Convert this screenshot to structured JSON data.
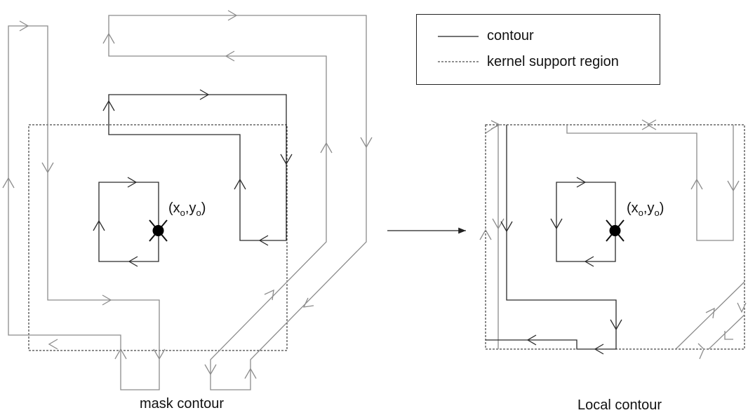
{
  "legend": {
    "contour_label": "contour",
    "kernel_label": "kernel support region"
  },
  "left_panel": {
    "caption": "mask contour",
    "point_x": "x",
    "point_y": "y",
    "subscript": "o"
  },
  "right_panel": {
    "caption": "Local contour",
    "point_x": "x",
    "point_y": "y",
    "subscript": "o"
  },
  "colors": {
    "contour_dark": "#2a2a2a",
    "contour_grey": "#8c8c8c",
    "kernel_border": "#1a1a1a",
    "point": "#000000"
  }
}
